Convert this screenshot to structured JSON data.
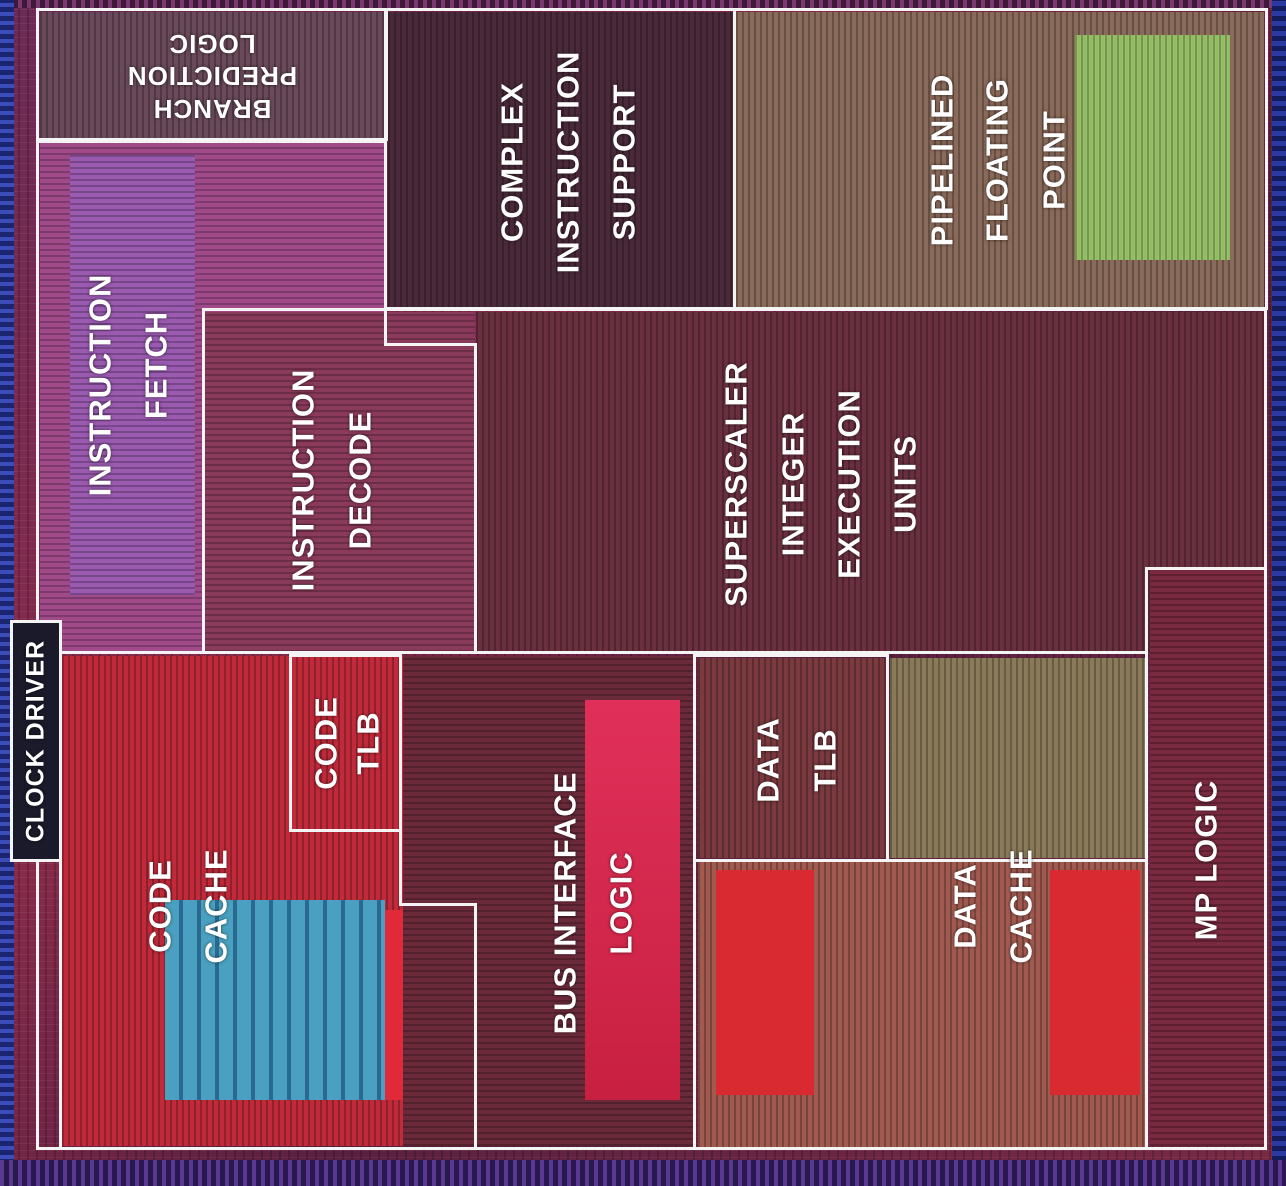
{
  "blocks": {
    "branch_prediction": {
      "line1": "BRANCH",
      "line2": "PREDICTION",
      "line3": "LOGIC"
    },
    "complex_instruction": {
      "line1": "COMPLEX",
      "line2": "INSTRUCTION",
      "line3": "SUPPORT"
    },
    "floating_point": {
      "line1": "PIPELINED",
      "line2": "FLOATING",
      "line3": "POINT"
    },
    "instruction_fetch": {
      "line1": "INSTRUCTION",
      "line2": "FETCH"
    },
    "instruction_decode": {
      "line1": "INSTRUCTION",
      "line2": "DECODE"
    },
    "integer_units": {
      "line1": "SUPERSCALER",
      "line2": "INTEGER",
      "line3": "EXECUTION",
      "line4": "UNITS"
    },
    "clock_driver": {
      "label": "CLOCK DRIVER"
    },
    "code_tlb": {
      "line1": "CODE",
      "line2": "TLB"
    },
    "data_tlb": {
      "line1": "DATA",
      "line2": "TLB"
    },
    "code_cache": {
      "line1": "CODE",
      "line2": "CACHE"
    },
    "bus_interface": {
      "line1": "BUS INTERFACE",
      "line2": "LOGIC"
    },
    "data_cache": {
      "line1": "DATA",
      "line2": "CACHE"
    },
    "mp_logic": {
      "label": "MP LOGIC"
    }
  }
}
